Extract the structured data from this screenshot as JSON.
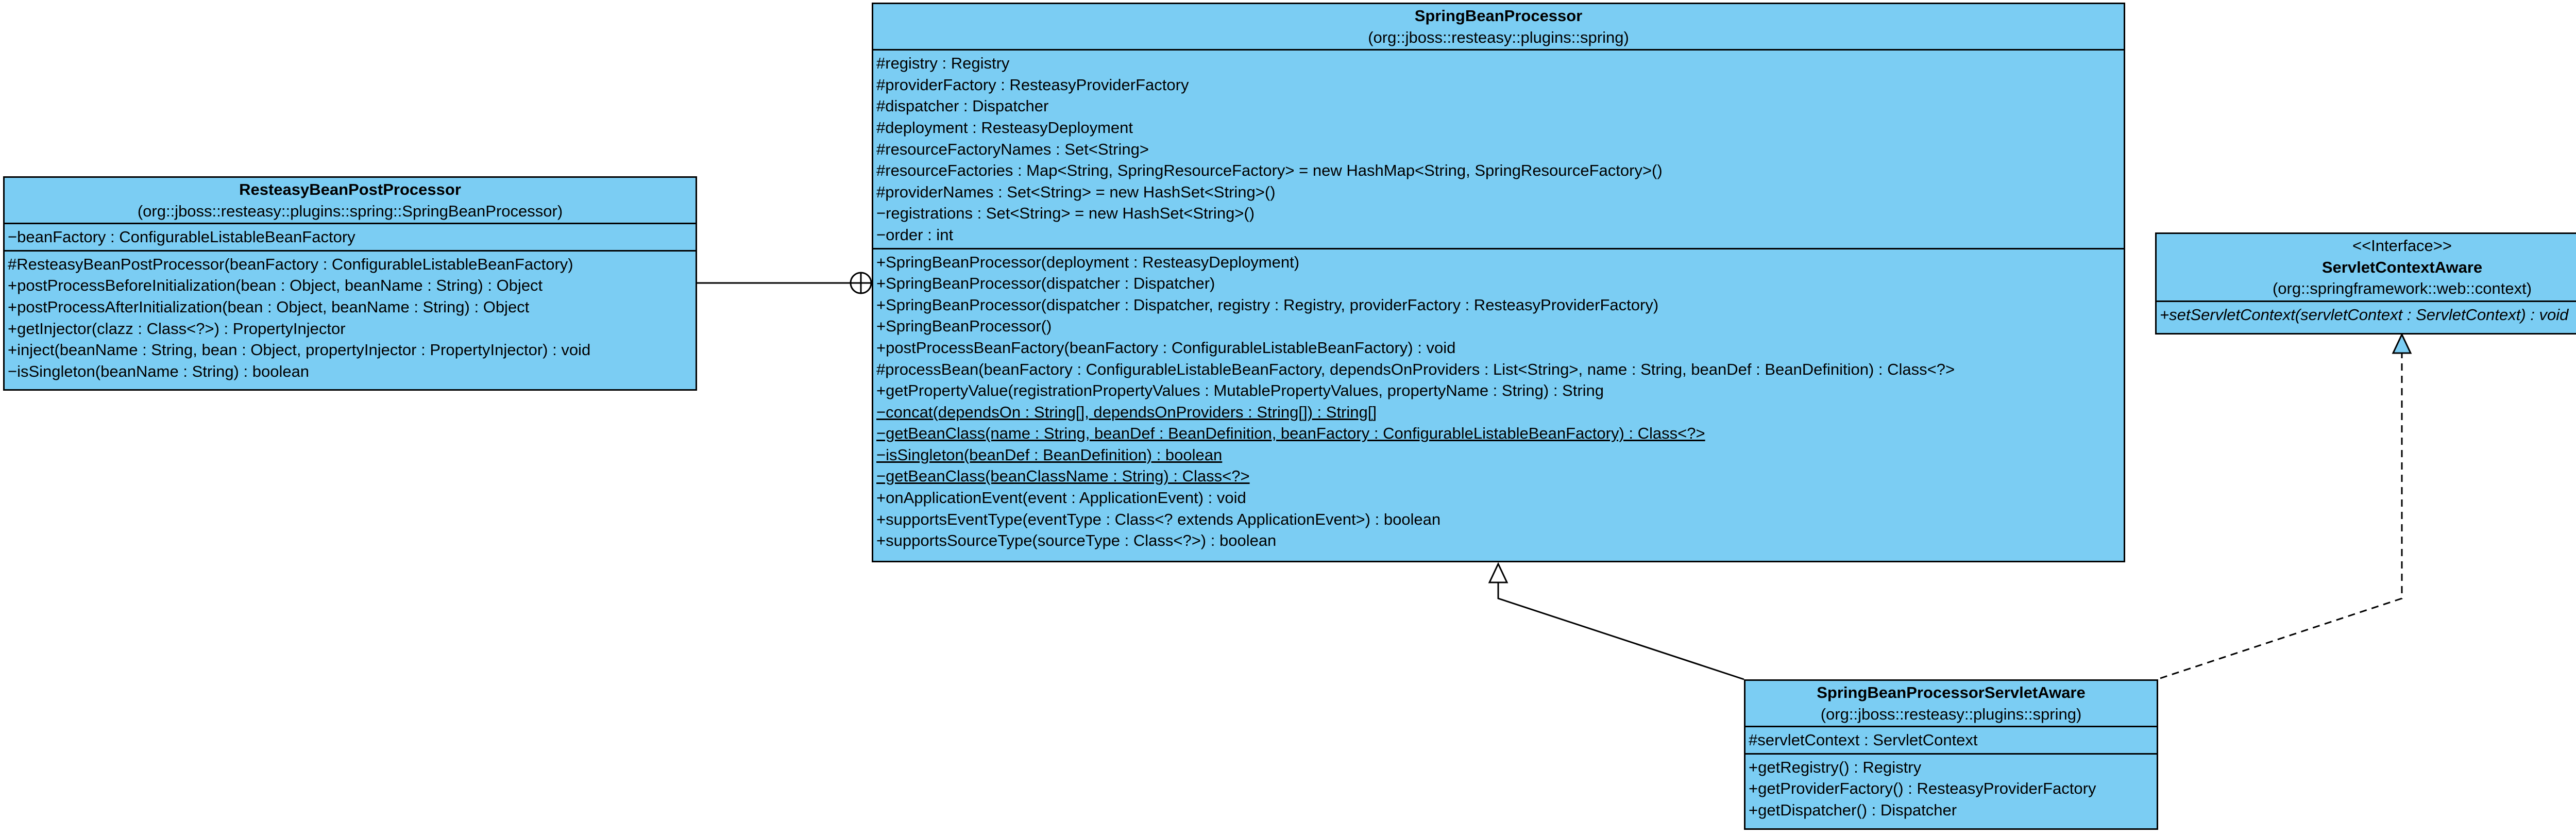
{
  "classes": {
    "resteasy_bean_post_processor": {
      "name": "ResteasyBeanPostProcessor",
      "package": "(org::jboss::resteasy::plugins::spring::SpringBeanProcessor)",
      "attributes": [
        "−beanFactory : ConfigurableListableBeanFactory"
      ],
      "operations": [
        "#ResteasyBeanPostProcessor(beanFactory : ConfigurableListableBeanFactory)",
        "+postProcessBeforeInitialization(bean : Object, beanName : String) : Object",
        "+postProcessAfterInitialization(bean : Object, beanName : String) : Object",
        "+getInjector(clazz : Class<?>) : PropertyInjector",
        "+inject(beanName : String, bean : Object, propertyInjector : PropertyInjector) : void",
        "−isSingleton(beanName : String) : boolean"
      ]
    },
    "spring_bean_processor": {
      "name": "SpringBeanProcessor",
      "package": "(org::jboss::resteasy::plugins::spring)",
      "attributes": [
        "#registry : Registry",
        "#providerFactory : ResteasyProviderFactory",
        "#dispatcher : Dispatcher",
        "#deployment : ResteasyDeployment",
        "#resourceFactoryNames : Set<String>",
        "#resourceFactories : Map<String, SpringResourceFactory> = new HashMap<String, SpringResourceFactory>()",
        "#providerNames : Set<String> = new HashSet<String>()",
        "−registrations : Set<String> = new HashSet<String>()",
        "−order : int"
      ],
      "operations": [
        "+SpringBeanProcessor(deployment : ResteasyDeployment)",
        "+SpringBeanProcessor(dispatcher : Dispatcher)",
        "+SpringBeanProcessor(dispatcher : Dispatcher, registry : Registry, providerFactory : ResteasyProviderFactory)",
        "+SpringBeanProcessor()",
        "+postProcessBeanFactory(beanFactory : ConfigurableListableBeanFactory) : void",
        "#processBean(beanFactory : ConfigurableListableBeanFactory, dependsOnProviders : List<String>, name : String, beanDef : BeanDefinition) : Class<?>",
        "+getPropertyValue(registrationPropertyValues : MutablePropertyValues, propertyName : String) : String",
        "−concat(dependsOn : String[], dependsOnProviders : String[]) : String[]",
        "−getBeanClass(name : String, beanDef : BeanDefinition, beanFactory : ConfigurableListableBeanFactory) : Class<?>",
        "−isSingleton(beanDef : BeanDefinition) : boolean",
        "−getBeanClass(beanClassName : String) : Class<?>",
        "+onApplicationEvent(event : ApplicationEvent) : void",
        "+supportsEventType(eventType : Class<? extends ApplicationEvent>) : boolean",
        "+supportsSourceType(sourceType : Class<?>) : boolean"
      ]
    },
    "servlet_context_aware": {
      "stereotype": "<<Interface>>",
      "name": "ServletContextAware",
      "package": "(org::springframework::web::context)",
      "operations": [
        "+setServletContext(servletContext : ServletContext) : void"
      ]
    },
    "spring_bean_processor_servlet_aware": {
      "name": "SpringBeanProcessorServletAware",
      "package": "(org::jboss::resteasy::plugins::spring)",
      "attributes": [
        "#servletContext : ServletContext"
      ],
      "operations": [
        "+getRegistry() : Registry",
        "+getProviderFactory() : ResteasyProviderFactory",
        "+getDispatcher() : Dispatcher"
      ]
    }
  },
  "relationships": [
    {
      "kind": "nesting",
      "from": "ResteasyBeanPostProcessor",
      "to": "SpringBeanProcessor"
    },
    {
      "kind": "generalization",
      "from": "SpringBeanProcessorServletAware",
      "to": "SpringBeanProcessor"
    },
    {
      "kind": "realization",
      "from": "SpringBeanProcessorServletAware",
      "to": "ServletContextAware"
    }
  ],
  "colors": {
    "class_fill": "#7bcdf3",
    "border": "#000000",
    "background": "#ffffff"
  }
}
